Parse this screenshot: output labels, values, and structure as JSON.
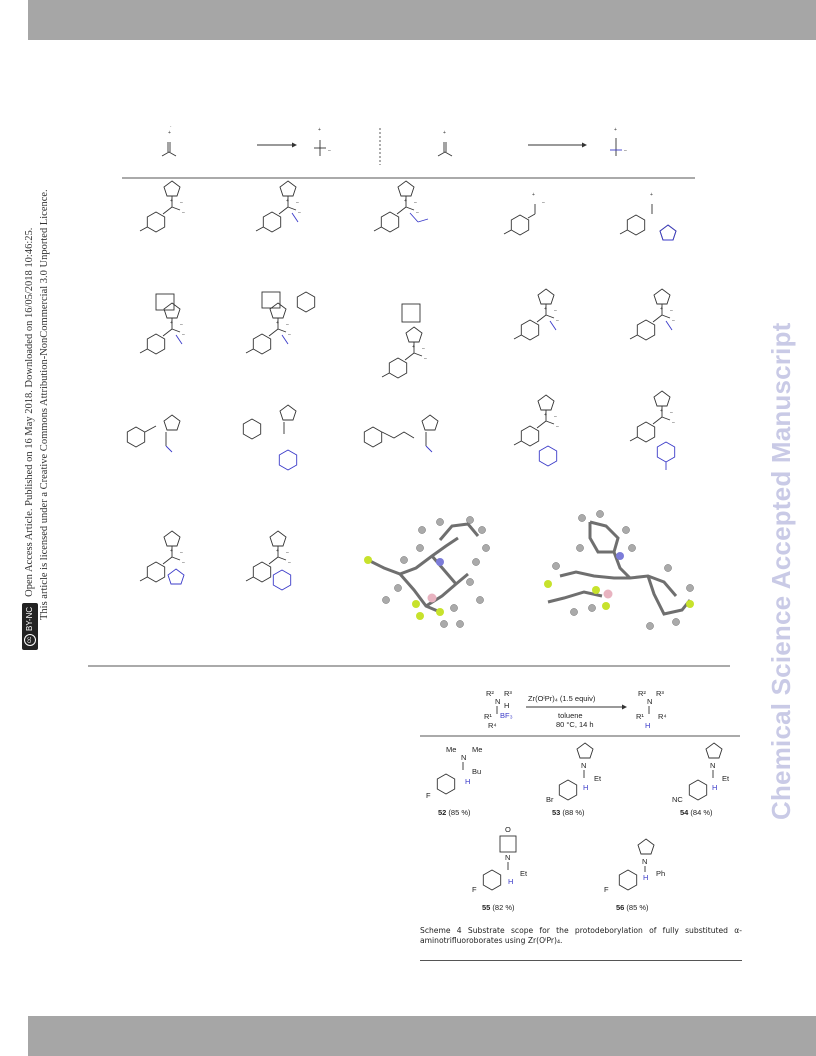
{
  "side_notice": {
    "line1": "Open Access Article. Published on 16 May 2018. Downloaded on 16/05/2018 10:46:25.",
    "line2": "This article is licensed under a Creative Commons Attribution-NonCommercial 3.0 Unported Licence.",
    "license_badge": "BY-NC",
    "cc_mark": "cc"
  },
  "watermark": "Chemical Science Accepted Manuscript",
  "scheme4": {
    "reactant_r2": "R²",
    "reactant_n": "N",
    "reactant_r3": "R³",
    "reactant_h": "H",
    "reactant_r1": "R¹",
    "reactant_bf3": "BF₃",
    "reactant_r4": "R⁴",
    "reagent": "Zr(OⁱPr)₄ (1.5 equiv)",
    "solvent": "toluene",
    "conditions": "80 °C, 14 h",
    "product_r2": "R²",
    "product_n": "N",
    "product_r3": "R³",
    "product_r1": "R¹",
    "product_h": "H",
    "product_r4": "R⁴",
    "compounds": [
      {
        "num": "52",
        "yield": " (85 %)",
        "subst": "F",
        "amine": "Me",
        "amine2": "Me",
        "n": "N",
        "chain": "Bu",
        "h": "H"
      },
      {
        "num": "53",
        "yield": " (88 %)",
        "subst": "Br",
        "n": "N",
        "chain": "Et",
        "h": "H"
      },
      {
        "num": "54",
        "yield": " (84 %)",
        "subst": "NC",
        "n": "N",
        "chain": "Et",
        "h": "H"
      },
      {
        "num": "55",
        "yield": " (82 %)",
        "subst": "F",
        "o": "O",
        "n": "N",
        "chain": "Et",
        "h": "H"
      },
      {
        "num": "56",
        "yield": " (85 %)",
        "subst": "F",
        "n": "N",
        "chain": "Ph",
        "h": "H"
      }
    ],
    "caption": "Scheme 4 Substrate scope for the protodeborylation of fully substituted α-aminotrifluoroborates using Zr(OⁱPr)₄."
  },
  "colors": {
    "band": "#a6a6a6",
    "watermark": "#c9cae6",
    "highlight": "#3b3bc9"
  }
}
